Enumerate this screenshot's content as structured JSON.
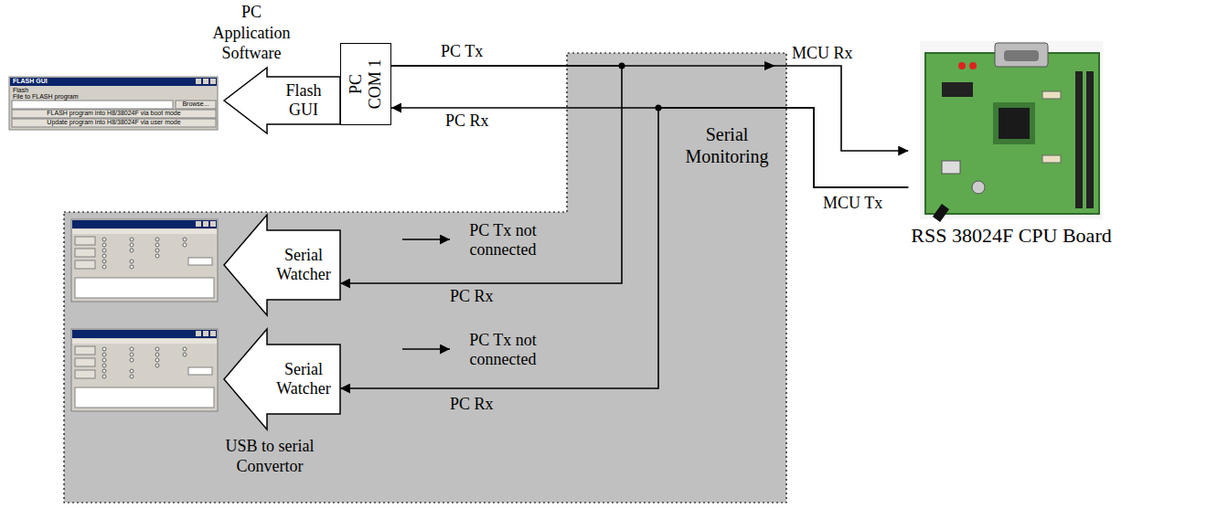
{
  "diagram": {
    "nodes": [
      {
        "text": [
          "Flash GUI"
        ]
      },
      {
        "text": [
          "PC COM 1"
        ]
      },
      {
        "text": [
          "Serial Monitoring"
        ]
      },
      {
        "text": [
          "Serial Watcher"
        ],
        "in": 2
      },
      {
        "text": [
          "Serial Watcher"
        ],
        "in": 2
      },
      {
        "text": [
          "RSS 38024F CPU Board"
        ]
      }
    ],
    "edges": [
      {
        "from": 1,
        "to": 5,
        "arrow": "to",
        "label": "PC Tx"
      },
      {
        "from": 5,
        "to": 1,
        "arrow": "to",
        "label": "PC Rx"
      },
      {
        "from": 1,
        "to": 3,
        "arrow": "to",
        "label": "PC Rx"
      },
      {
        "from": 5,
        "to": 4,
        "arrow": "to",
        "label": "PC Rx"
      }
    ],
    "labels": [
      "PC Application Software",
      "FLASH GUI",
      "Flash",
      "File to FLASH program",
      "Browse...",
      "FLASH program into H8/38024F via boot mode",
      "Update program into H8/38024F via user mode",
      "MCU Rx",
      "MCU Tx",
      "PC Tx not connected",
      "PC Tx not connected",
      "USB to serial Convertor"
    ]
  }
}
